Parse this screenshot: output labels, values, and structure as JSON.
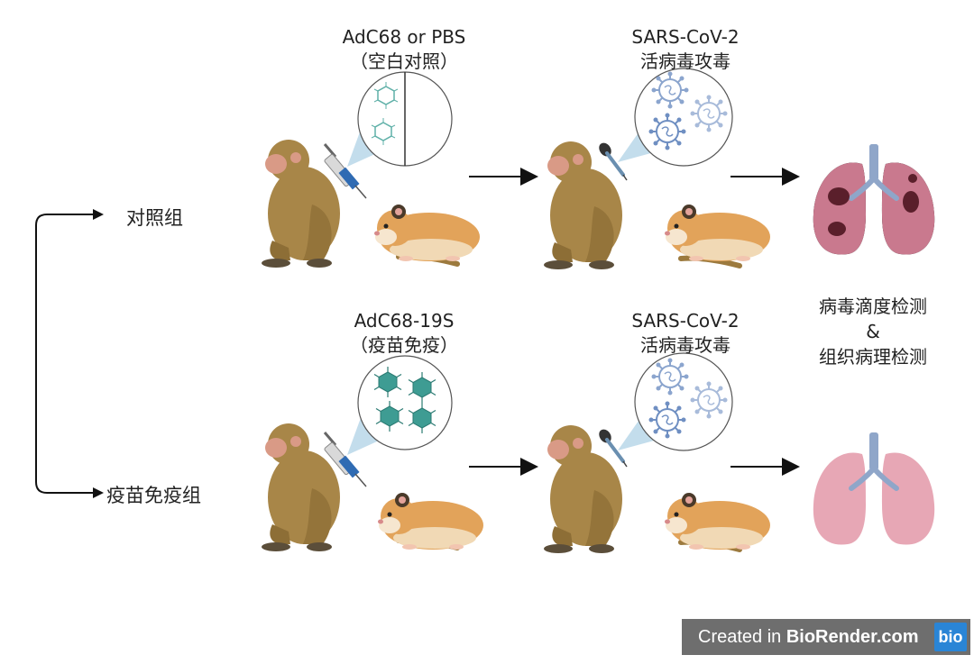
{
  "groups": {
    "control": "对照组",
    "vaccine": "疫苗免疫组"
  },
  "control_row": {
    "injection_line1": "AdC68 or PBS",
    "injection_line2": "（空白对照）",
    "challenge_line1": "SARS-CoV-2",
    "challenge_line2": "活病毒攻毒"
  },
  "vaccine_row": {
    "injection_line1": "AdC68-19S",
    "injection_line2": "（疫苗免疫）",
    "challenge_line1": "SARS-CoV-2",
    "challenge_line2": "活病毒攻毒"
  },
  "outcome": {
    "line1": "病毒滴度检测",
    "line2": "&",
    "line3": "组织病理检测"
  },
  "footer": {
    "prefix": "Created in ",
    "brand": "BioRender.com",
    "logo": "bio"
  },
  "colors": {
    "monkey": "#a88648",
    "hamster": "#e2a35a",
    "lung_infected": "#c9798e",
    "lung_healthy": "#e7a7b5",
    "bubble": "#bcd9ea",
    "virus": "#6f8fc2",
    "vaccine_particle": "#3e9c93"
  }
}
